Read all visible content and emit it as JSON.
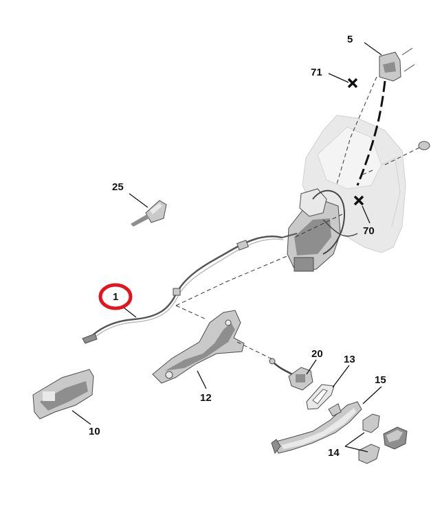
{
  "diagram": {
    "highlight_color": "#e3141b",
    "callouts": [
      {
        "id": "c5",
        "label": "5"
      },
      {
        "id": "c71",
        "label": "71"
      },
      {
        "id": "c25",
        "label": "25"
      },
      {
        "id": "c70",
        "label": "70"
      },
      {
        "id": "c1",
        "label": "1",
        "highlighted": true
      },
      {
        "id": "c20",
        "label": "20"
      },
      {
        "id": "c13",
        "label": "13"
      },
      {
        "id": "c15",
        "label": "15"
      },
      {
        "id": "c12",
        "label": "12"
      },
      {
        "id": "c10",
        "label": "10"
      },
      {
        "id": "c14",
        "label": "14"
      }
    ]
  }
}
